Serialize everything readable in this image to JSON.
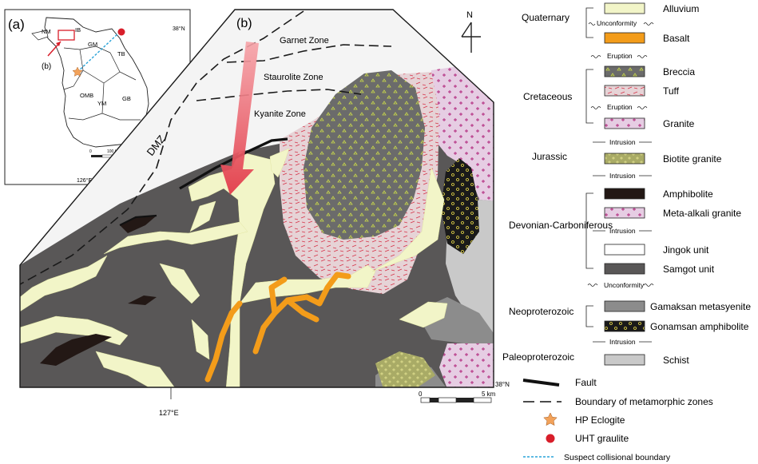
{
  "colors": {
    "alluvium": "#f2f5c8",
    "basalt": "#f39c1a",
    "breccia": "#6b6b6b",
    "breccia_dot": "#c8d84a",
    "tuff": "#e6d3d6",
    "tuff_dash": "#d6344a",
    "granite": "#e6cde3",
    "granite_cross": "#b0247a",
    "biotite_granite": "#a9ab66",
    "amphibolite": "#231815",
    "samgot": "#595757",
    "gamaksan": "#8c8c8c",
    "gonamsan": "#1a1a1a",
    "gonamsan_dot": "#f0e04a",
    "schist": "#c9c9c9",
    "metamorphic_bg": "#f4f4f4",
    "arrow": "#e8545e",
    "collisional": "#29a3d8",
    "uht": "#d81e2a",
    "eclogite": "#f2a25a"
  },
  "inset": {
    "panel_label": "(a)",
    "lat_label": "38°N",
    "lon_label": "126°E",
    "regions": [
      "NM",
      "IB",
      "GM",
      "TB",
      "OMB",
      "YM",
      "GB"
    ],
    "pointer_label": "(b)",
    "scale_label": "100 km",
    "scale_zero": "0"
  },
  "map": {
    "panel_label": "(b)",
    "zones": [
      "Garnet Zone",
      "Staurolite Zone",
      "Kyanite Zone"
    ],
    "dmz_label": "DMZ",
    "north_label": "N",
    "lat_label": "38°N",
    "lon_label": "127°E",
    "scale_zero": "0",
    "scale_max": "5 km"
  },
  "legend": {
    "eras": [
      {
        "name": "Quaternary"
      },
      {
        "name": "Cretaceous"
      },
      {
        "name": "Jurassic"
      },
      {
        "name": "Devonian-Carboniferous"
      },
      {
        "name": "Neoproterozoic"
      },
      {
        "name": "Paleoproterozoic"
      }
    ],
    "units": [
      {
        "label": "Alluvium",
        "key": "alluvium"
      },
      {
        "label": "Basalt",
        "key": "basalt"
      },
      {
        "label": "Breccia",
        "key": "breccia"
      },
      {
        "label": "Tuff",
        "key": "tuff"
      },
      {
        "label": "Granite",
        "key": "granite"
      },
      {
        "label": "Biotite granite",
        "key": "biotite_granite"
      },
      {
        "label": "Amphibolite",
        "key": "amphibolite"
      },
      {
        "label": "Meta-alkali granite",
        "key": "granite"
      },
      {
        "label": "Jingok unit",
        "key": "white"
      },
      {
        "label": "Samgot unit",
        "key": "samgot"
      },
      {
        "label": "Gamaksan metasyenite",
        "key": "gamaksan"
      },
      {
        "label": "Gonamsan amphibolite",
        "key": "gonamsan"
      },
      {
        "label": "Schist",
        "key": "schist"
      }
    ],
    "contacts": [
      "Unconformity",
      "Eruption",
      "Eruption",
      "Intrusion",
      "Intrusion",
      "Intrusion",
      "Unconformity",
      "Intrusion"
    ],
    "symbols": [
      {
        "label": "Fault"
      },
      {
        "label": "Boundary of metamorphic zones"
      },
      {
        "label": "HP Eclogite"
      },
      {
        "label": "UHT graulite"
      },
      {
        "label": "Suspect collisional boundary"
      }
    ]
  }
}
